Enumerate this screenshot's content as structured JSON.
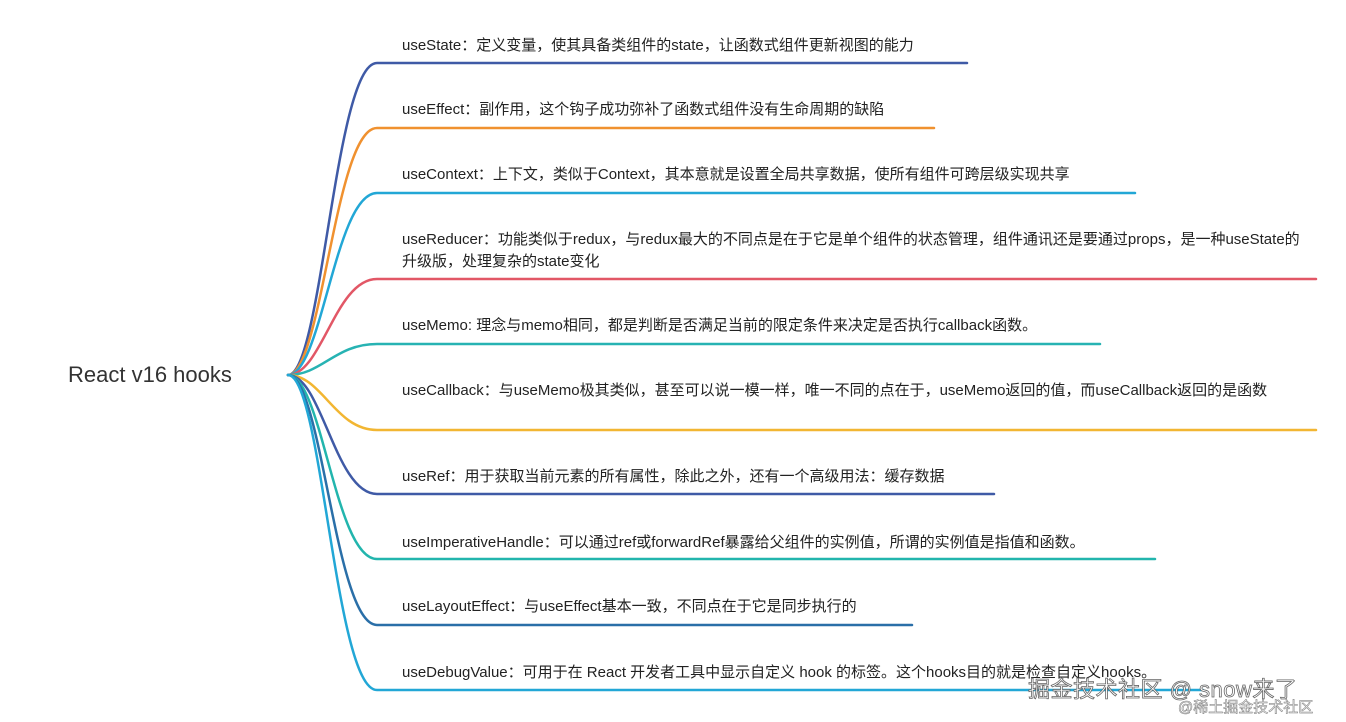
{
  "root": {
    "label": "React v16 hooks"
  },
  "branches": [
    {
      "text": "useState：定义变量，使其具备类组件的state，让函数式组件更新视图的能力",
      "color": "#3f5aa6"
    },
    {
      "text": "useEffect：副作用，这个钩子成功弥补了函数式组件没有生命周期的缺陷",
      "color": "#f0912f"
    },
    {
      "text": "useContext：上下文，类似于Context，其本意就是设置全局共享数据，使所有组件可跨层级实现共享",
      "color": "#22a7d6"
    },
    {
      "text": "useReducer：功能类似于redux，与redux最大的不同点是在于它是单个组件的状态管理，组件通讯还是要通过props，是一种useState的升级版，处理复杂的state变化",
      "color": "#e25766"
    },
    {
      "text": "useMemo: 理念与memo相同，都是判断是否满足当前的限定条件来决定是否执行callback函数。",
      "color": "#27b3b3"
    },
    {
      "text": "useCallback：与useMemo极其类似，甚至可以说一模一样，唯一不同的点在于，useMemo返回的值，而useCallback返回的是函数",
      "color": "#f2b632"
    },
    {
      "text": "useRef：用于获取当前元素的所有属性，除此之外，还有一个高级用法：缓存数据",
      "color": "#3f5aa6"
    },
    {
      "text": "useImperativeHandle：可以通过ref或forwardRef暴露给父组件的实例值，所谓的实例值是指值和函数。",
      "color": "#22b5ad"
    },
    {
      "text": "useLayoutEffect：与useEffect基本一致，不同点在于它是同步执行的",
      "color": "#2a6fa8"
    },
    {
      "text": "useDebugValue：可用于在 React 开发者工具中显示自定义 hook 的标签。这个hooks目的就是检查自定义hooks。",
      "color": "#22a7d6"
    }
  ],
  "watermark": {
    "main": "掘金技术社区 @ snow来了",
    "sub": "@稀土掘金技术社区"
  }
}
